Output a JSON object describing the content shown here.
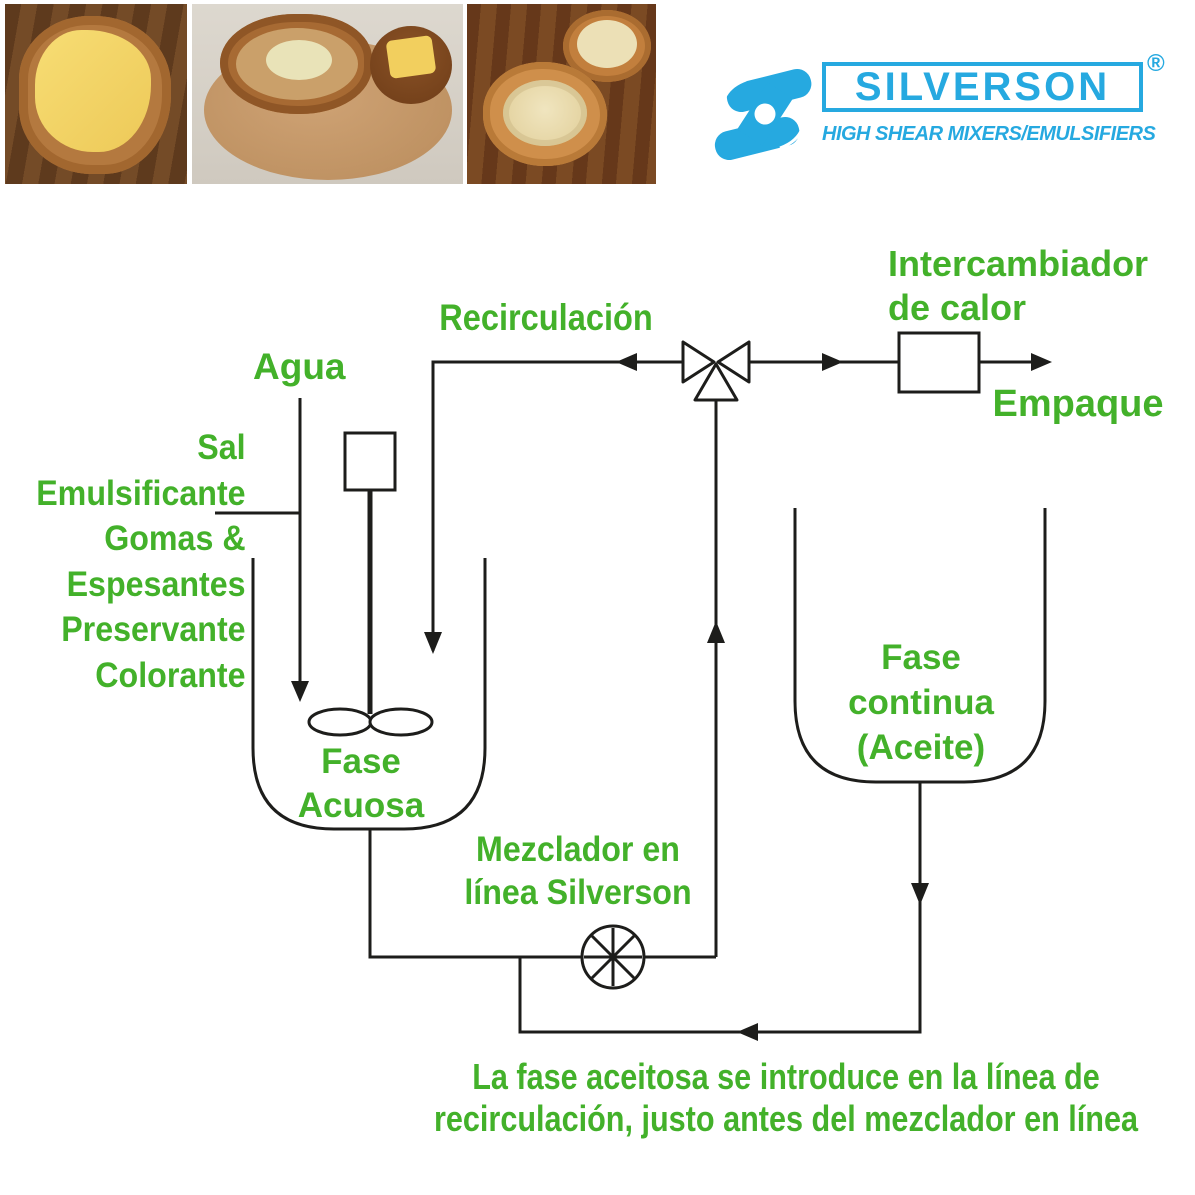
{
  "colors": {
    "green": "#43b12a",
    "blue": "#26a9e0",
    "line": "#1d1d1b"
  },
  "header": {
    "photos": [
      {
        "name": "toast-with-butter-photo"
      },
      {
        "name": "bread-and-butter-bowl-photo"
      },
      {
        "name": "buttered-rolls-photo"
      }
    ],
    "logo": {
      "brand": "SILVERSON",
      "registered": "®",
      "tagline": "HIGH SHEAR MIXERS/EMULSIFIERS",
      "icon": "silverson-s-icon"
    }
  },
  "diagram": {
    "agua": "Agua",
    "ingredients": [
      "Sal",
      "Emulsificante",
      "Gomas &",
      "Espesantes",
      "Preservante",
      "Colorante"
    ],
    "recirculacion": "Recirculación",
    "heat_exchanger": {
      "line1": "Intercambiador",
      "line2": "de calor"
    },
    "empaque": "Empaque",
    "fase_acuosa": {
      "line1": "Fase",
      "line2": "Acuosa"
    },
    "fase_continua": {
      "line1": "Fase",
      "line2": "continua",
      "line3": "(Aceite)"
    },
    "mezclador": {
      "line1": "Mezclador en",
      "line2": "línea Silverson"
    },
    "symbols": [
      "three-way-valve",
      "heat-exchanger",
      "agitated-vessel",
      "oil-vessel",
      "inline-mixer"
    ]
  },
  "caption": {
    "line1": "La fase aceitosa se introduce en la línea de",
    "line2": "recirculación, justo antes del mezclador en línea"
  }
}
